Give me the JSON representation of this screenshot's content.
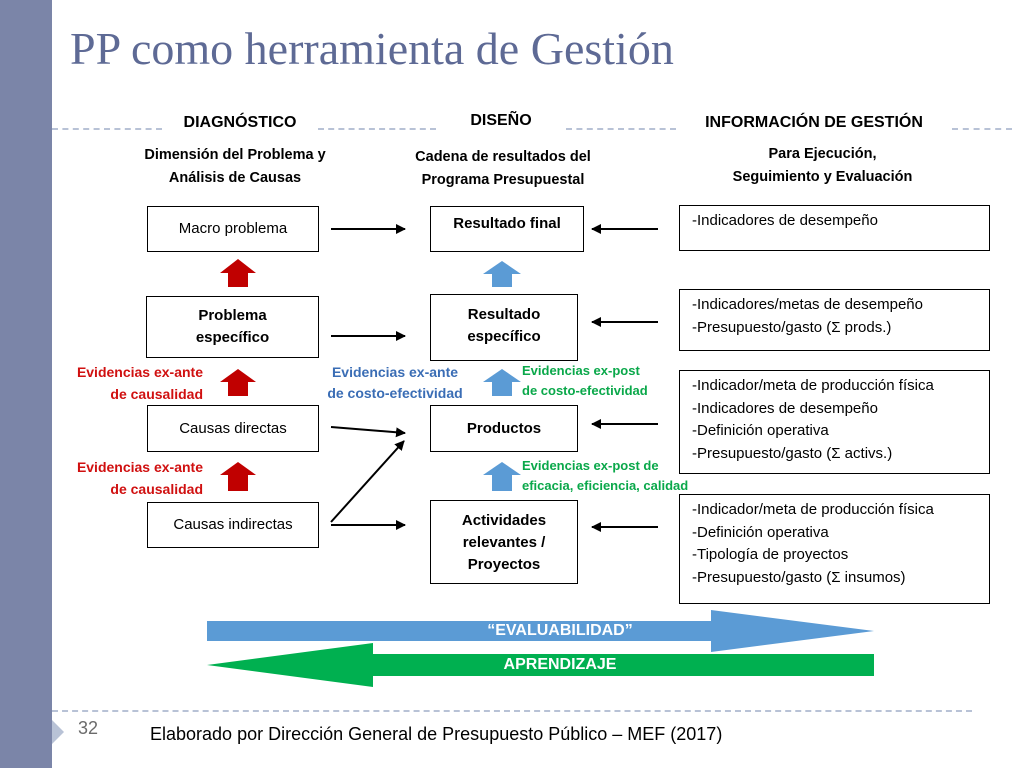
{
  "title": "PP como herramienta de Gestión",
  "columns": {
    "diagnostico": {
      "header": "DIAGNÓSTICO",
      "subtitle_line1": "Dimensión del Problema y",
      "subtitle_line2": "Análisis de Causas",
      "boxes": [
        "Macro problema",
        "Problema específico",
        "Causas directas",
        "Causas indirectas"
      ]
    },
    "diseno": {
      "header": "DISEÑO",
      "subtitle_line1": "Cadena de resultados del",
      "subtitle_line2": "Programa Presupuestal",
      "boxes": [
        "Resultado final",
        "Resultado específico",
        "Productos",
        "Actividades relevantes / Proyectos"
      ]
    },
    "gestion": {
      "header": "INFORMACIÓN DE GESTIÓN",
      "subtitle_line1": "Para Ejecución,",
      "subtitle_line2": "Seguimiento y Evaluación",
      "boxes": [
        [
          "-Indicadores de desempeño"
        ],
        [
          "-Indicadores/metas de desempeño",
          "-Presupuesto/gasto (Σ prods.)"
        ],
        [
          "-Indicador/meta de producción física",
          "-Indicadores de desempeño",
          "-Definición operativa",
          "-Presupuesto/gasto (Σ activs.)"
        ],
        [
          "-Indicador/meta de producción física",
          "-Definición operativa",
          "-Tipología de proyectos",
          "-Presupuesto/gasto (Σ insumos)"
        ]
      ]
    }
  },
  "evidence": {
    "red1_line1": "Evidencias ex-ante",
    "red1_line2": "de causalidad",
    "red2_line1": "Evidencias ex-ante",
    "red2_line2": "de causalidad",
    "blue_line1": "Evidencias ex-ante",
    "blue_line2": "de costo-efectividad",
    "green1_line1": "Evidencias ex-post",
    "green1_line2": "de costo-efectividad",
    "green2_line1": "Evidencias ex-post de",
    "green2_line2": "eficacia, eficiencia, calidad"
  },
  "bottom_arrows": {
    "evaluabilidad": "“EVALUABILIDAD”",
    "aprendizaje": "APRENDIZAJE"
  },
  "colors": {
    "sidebar": "#7b85a8",
    "title": "#5e6a95",
    "red_arrow": "#c00000",
    "blue_arrow": "#5b9bd5",
    "green_arrow": "#00b050"
  },
  "page_number": "32",
  "footer": "Elaborado por Dirección General de Presupuesto Público – MEF (2017)"
}
